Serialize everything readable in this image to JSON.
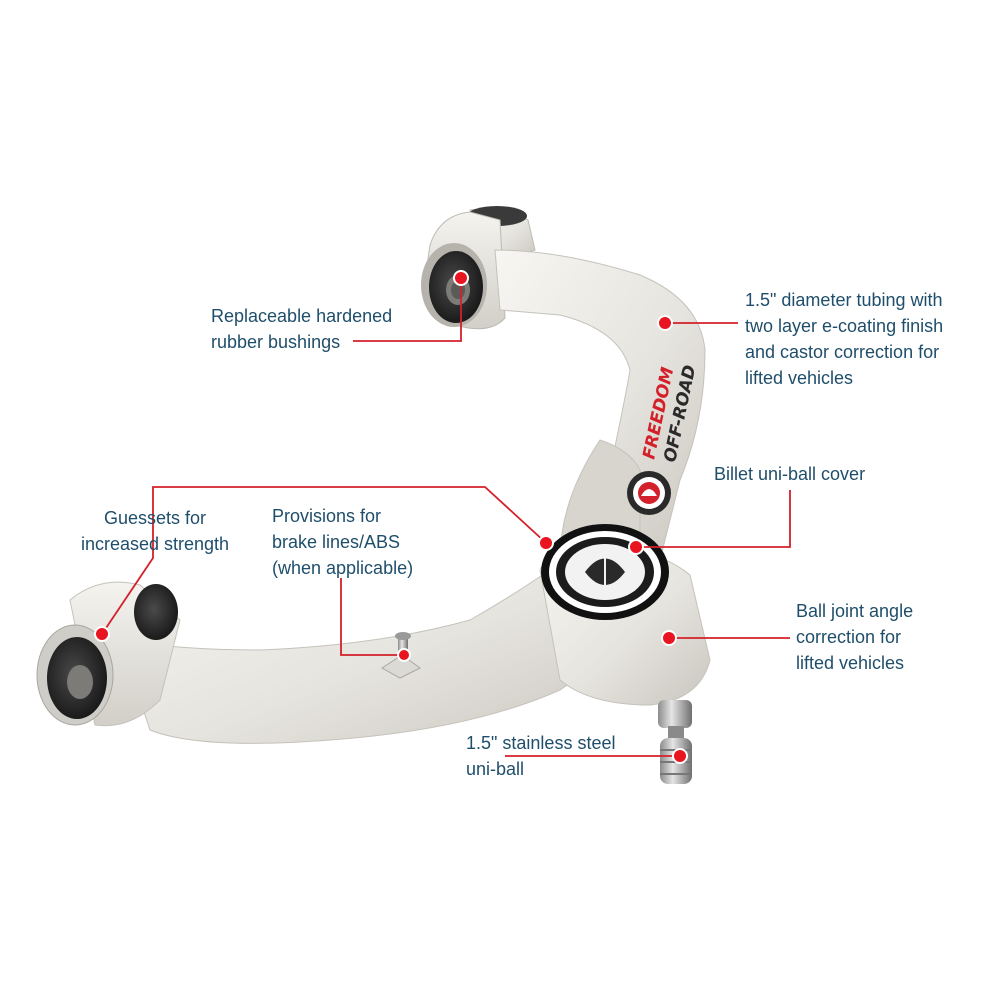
{
  "brand": {
    "logo_line1": "FREEDOM",
    "logo_line2": "OFF-ROAD"
  },
  "colors": {
    "label_text": "#1f4e6b",
    "leader_line": "#d4202a",
    "marker_fill": "#e8141f",
    "arm_metal": "#ecebe6",
    "bushing_dark": "#2b2b2b"
  },
  "callouts": {
    "bushings": "Replaceable hardened\nrubber bushings",
    "tubing": "1.5\" diameter tubing with\ntwo layer e-coating finish\nand castor correction for\nlifted vehicles",
    "uniball_cover": "Billet uni-ball cover",
    "gussets": "Guessets for\nincreased strength",
    "brake_lines": "Provisions for\nbrake lines/ABS\n(when applicable)",
    "ball_joint": "Ball joint angle\ncorrection for\nlifted vehicles",
    "uniball": "1.5\" stainless steel\nuni-ball"
  }
}
